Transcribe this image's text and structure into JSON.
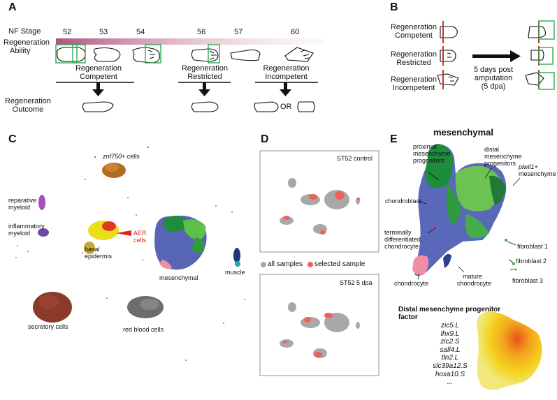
{
  "panels": {
    "A": "A",
    "B": "B",
    "C": "C",
    "D": "D",
    "E": "E"
  },
  "a": {
    "nf_stage_label": "NF Stage",
    "stages": [
      "52",
      "53",
      "54",
      "56",
      "57",
      "60"
    ],
    "ability_label_1": "Regeneration",
    "ability_label_2": "Ability",
    "competent_1": "Regeneration",
    "competent_2": "Competent",
    "restricted_1": "Regeneration",
    "restricted_2": "Restricted",
    "incompetent_1": "Regeneration",
    "incompetent_2": "Incompetent",
    "outcome_1": "Regeneration",
    "outcome_2": "Outcome",
    "or_label": "OR"
  },
  "b": {
    "competent_1": "Regeneration",
    "competent_2": "Competent",
    "restricted_1": "Regeneration",
    "restricted_2": "Restricted",
    "incompetent_1": "Regeneration",
    "incompetent_2": "Incompetent",
    "arrow_1": "5 days post",
    "arrow_2": "amputation",
    "arrow_3": "(5 dpa)"
  },
  "c": {
    "znf_italic": "znf750",
    "znf_rest": "+ cells",
    "reparative_1": "reparative",
    "reparative_2": "myeloid",
    "inflammatory_1": "inflammatory",
    "inflammatory_2": "myeloid",
    "aer_1": "AER",
    "aer_2": "cells",
    "basal_1": "basal",
    "basal_2": "epidermis",
    "mesenchymal": "mesenchymal",
    "muscle": "muscle",
    "secretory": "secretory cells",
    "rbc": "red blood cells"
  },
  "d": {
    "top_title": "ST52 control",
    "bottom_title": "ST52 5 dpa",
    "legend_all": "all samples",
    "legend_selected": "selected sample"
  },
  "e": {
    "title": "mesenchymal",
    "proximal_1": "proximal",
    "proximal_2": "mesenchyme",
    "proximal_3": "progenitors",
    "distal_1": "distal",
    "distal_2": "mesenchyme",
    "distal_3": "progenitors",
    "piwil_italic": "piwil1",
    "piwil_rest": "+",
    "piwil_2": "mesenchyme",
    "chondroblast": "chondroblast",
    "terminal_1": "terminally",
    "terminal_2": "differentiated",
    "terminal_3": "chondrocyte",
    "fibroblast1": "fibroblast 1",
    "fibroblast2": "fibroblast 2",
    "fibroblast3": "fibroblast 3",
    "chondrocyte": "chondrocyte",
    "mature_1": "mature",
    "mature_2": "chondrocyte",
    "factor_title_1": "Distal mesenchyme progenitor",
    "factor_title_2": "factor",
    "genes": [
      "zic5.L",
      "lhx9.L",
      "zic2.S",
      "sall4.L",
      "tln2.L",
      "slc39a12.S",
      "hoxa10.S",
      "..."
    ]
  },
  "colors": {
    "gradient_start": "#b0557e",
    "frame_green": "#2fa84f",
    "amputation_red": "#c0392b",
    "selected_red": "#f0605a",
    "all_gray": "#a8a8a8"
  }
}
